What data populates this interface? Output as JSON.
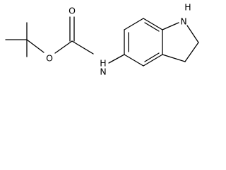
{
  "molecule": {
    "atoms": {
      "carbonyl_oxygen": "O",
      "ester_oxygen": "O",
      "amide_nitrogen": "H",
      "amide_nitrogen_label": "N",
      "ring_nitrogen_h": "H",
      "ring_nitrogen_label": "N"
    }
  },
  "colors": {
    "bond": "#000000",
    "text": "#000000",
    "background": "#ffffff"
  }
}
